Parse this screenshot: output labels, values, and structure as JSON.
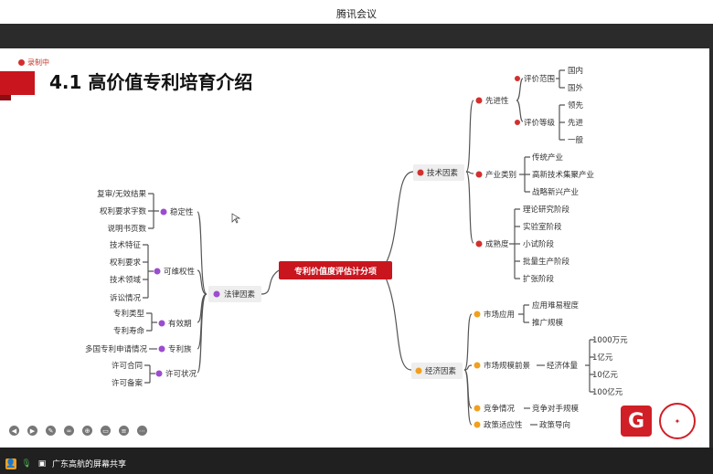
{
  "app_title": "腾讯会议",
  "recording_label": "录制中",
  "slide_title": "4.1 高价值专利培育介绍",
  "center_node": "专利价值度评估计分项",
  "legal": {
    "label": "法律因素",
    "groups": [
      {
        "label": "稳定性",
        "items": [
          "复审/无效结果",
          "权利要求字数",
          "说明书页数"
        ]
      },
      {
        "label": "可维权性",
        "items": [
          "技术特征",
          "权利要求",
          "技术领域",
          "诉讼情况"
        ]
      },
      {
        "label": "有效期",
        "items": [
          "专利类型",
          "专利寿命"
        ]
      },
      {
        "label": "专利族",
        "items": [
          "多国专利申请情况"
        ]
      },
      {
        "label": "许可状况",
        "items": [
          "许可合同",
          "许可备案"
        ]
      }
    ]
  },
  "tech": {
    "label": "技术因素",
    "groups": [
      {
        "label": "先进性",
        "sub": [
          {
            "label": "评价范围",
            "items": [
              "国内",
              "国外"
            ]
          },
          {
            "label": "评价等级",
            "items": [
              "领先",
              "先进",
              "一般"
            ]
          }
        ]
      },
      {
        "label": "产业类别",
        "items": [
          "传统产业",
          "高新技术集聚产业",
          "战略新兴产业"
        ]
      },
      {
        "label": "成熟度",
        "items": [
          "理论研究阶段",
          "实验室阶段",
          "小试阶段",
          "批量生产阶段",
          "扩张阶段"
        ]
      }
    ]
  },
  "econ": {
    "label": "经济因素",
    "groups": [
      {
        "label": "市场应用",
        "items": [
          "应用难易程度",
          "推广规模"
        ]
      },
      {
        "label": "市场规模前景",
        "mid": "经济体量",
        "items": [
          "1000万元",
          "1亿元",
          "10亿元",
          "100亿元"
        ]
      },
      {
        "label": "竞争情况",
        "mid": "竞争对手规模"
      },
      {
        "label": "政策适应性",
        "mid": "政策导向"
      }
    ]
  },
  "screen_share_label": "广东高航的屏幕共享",
  "logo_text": "G",
  "colors": {
    "red": "#d32f2f",
    "purple": "#9c4ccf",
    "orange": "#f0a020",
    "brand": "#c9151e"
  }
}
